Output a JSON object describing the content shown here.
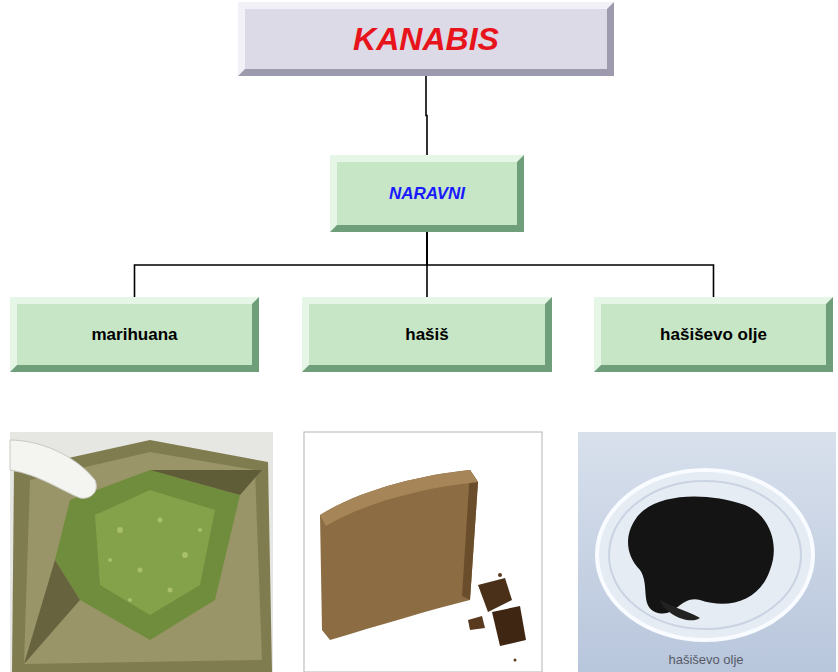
{
  "diagram": {
    "nodes": [
      {
        "text": [
          "KANABIS"
        ]
      },
      {
        "text": [
          "NARAVNI"
        ]
      },
      {
        "text": [
          "marihuana"
        ]
      },
      {
        "text": [
          "hašiš"
        ]
      },
      {
        "text": [
          "hašiševo olje"
        ]
      }
    ],
    "edges": [
      {
        "from": 0,
        "to": 1,
        "arrow": "none"
      },
      {
        "from": 1,
        "to": 2,
        "arrow": "none"
      },
      {
        "from": 1,
        "to": 3,
        "arrow": "none"
      },
      {
        "from": 1,
        "to": 4,
        "arrow": "none"
      }
    ],
    "labels": [
      "hašiševo olje"
    ]
  }
}
